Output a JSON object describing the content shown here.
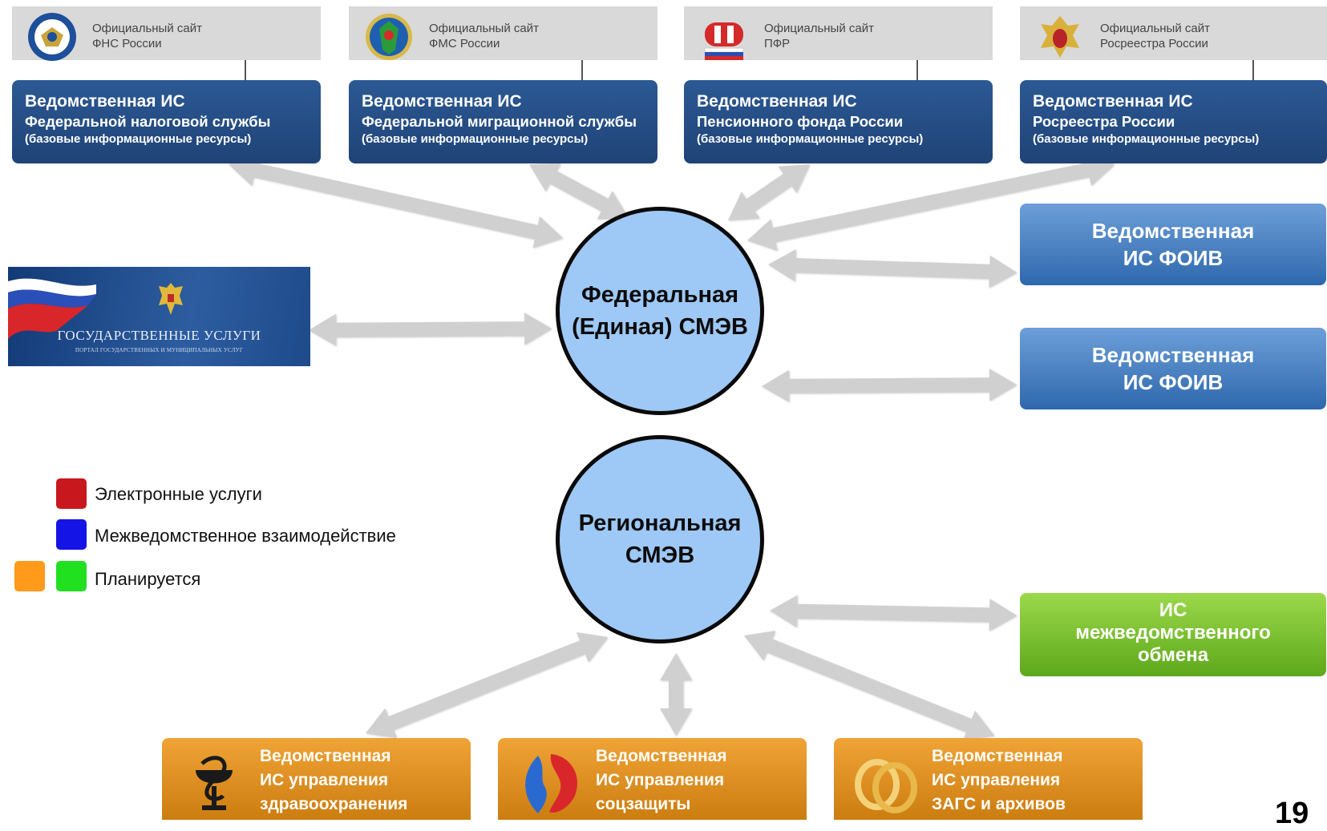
{
  "official_sites": [
    {
      "line1": "Официальный сайт",
      "line2": "ФНС России"
    },
    {
      "line1": "Официальный сайт",
      "line2": "ФМС России"
    },
    {
      "line1": "Официальный сайт",
      "line2": "ПФР"
    },
    {
      "line1": "Официальный сайт",
      "line2": "Росреестра России"
    }
  ],
  "dept_boxes": [
    {
      "title": "Ведомственная ИС",
      "subtitle": "Федеральной налоговой службы",
      "note": "(базовые информационные  ресурсы)"
    },
    {
      "title": "Ведомственная ИС",
      "subtitle": "Федеральной миграционной службы",
      "note": "(базовые информационные ресурсы)"
    },
    {
      "title": "Ведомственная ИС",
      "subtitle": "Пенсионного фонда России",
      "note": "(базовые информационные  ресурсы)"
    },
    {
      "title": "Ведомственная ИС",
      "subtitle": "Росреестра России",
      "note": "(базовые информационные  ресурсы)"
    }
  ],
  "foiv_boxes": [
    {
      "line1": "Ведомственная",
      "line2": "ИС ФОИВ"
    },
    {
      "line1": "Ведомственная",
      "line2": "ИС ФОИВ"
    }
  ],
  "green_box": {
    "line1": "ИС",
    "line2": "межведомственного",
    "line3": "обмена"
  },
  "federal_circle": {
    "line1": "Федеральная",
    "line2": "(Единая) СМЭВ"
  },
  "regional_circle": {
    "line1": "Региональная",
    "line2": "СМЭВ"
  },
  "gosuslugi": {
    "title": "ГОСУДАРСТВЕННЫЕ УСЛУГИ",
    "subtitle": "ПОРТАЛ ГОСУДАРСТВЕННЫХ И МУНИЦИПАЛЬНЫХ УСЛУГ"
  },
  "legend": [
    {
      "label": "Электронные услуги",
      "colors": [
        "#c8181e"
      ]
    },
    {
      "label": "Межведомственное взаимодействие",
      "colors": [
        "#1414e6"
      ]
    },
    {
      "label": "Планируется",
      "colors": [
        "#ff9a1a",
        "#20e020"
      ]
    }
  ],
  "bottom_boxes": [
    {
      "line1": "Ведомственная",
      "line2": "ИС управления",
      "line3": "здравоохранения",
      "icon": "medicine-bowl-icon"
    },
    {
      "line1": "Ведомственная",
      "line2": "ИС управления",
      "line3": "соцзащиты",
      "icon": "helping-hands-icon"
    },
    {
      "line1": "Ведомственная",
      "line2": "ИС управления",
      "line3": "ЗАГС и архивов",
      "icon": "wedding-rings-icon"
    }
  ],
  "page_number": "19"
}
